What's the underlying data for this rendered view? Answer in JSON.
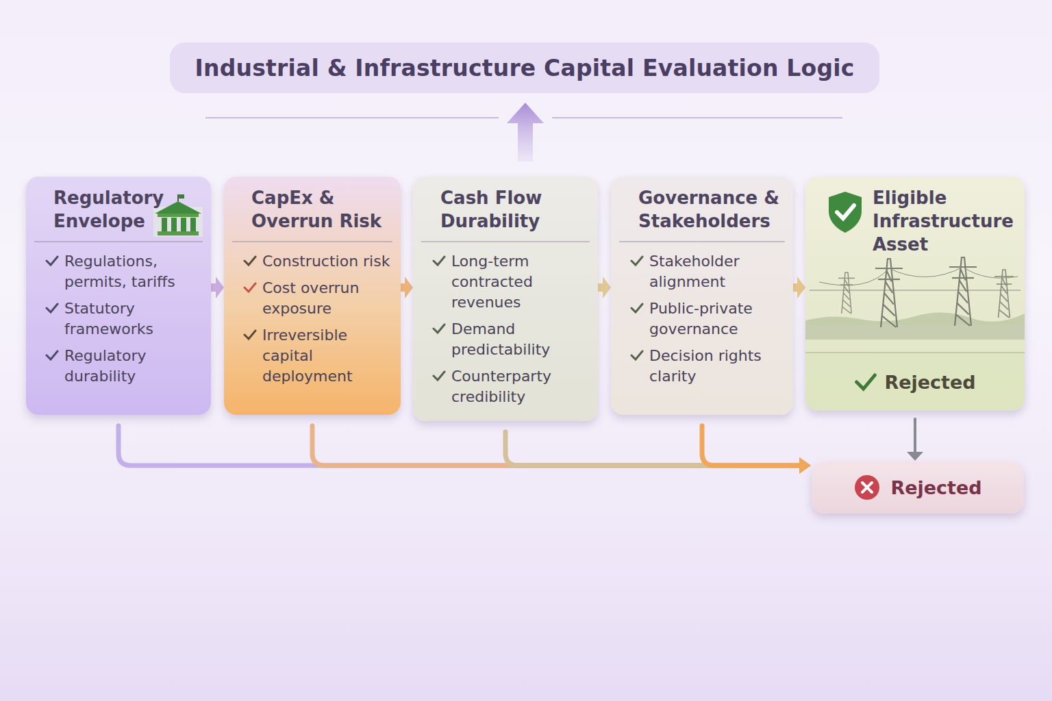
{
  "diagram": {
    "title": "Industrial & Infrastructure Capital Evaluation Logic",
    "nodes": [
      {
        "text": [
          "Regulatory Envelope",
          "Regulations, permits, tariffs",
          "Statutory frameworks",
          "Regulatory durability"
        ]
      },
      {
        "text": [
          "CapEx & Overrun Risk",
          "Construction risk",
          "Cost overrun exposure",
          "Irreversible capital deployment"
        ]
      },
      {
        "text": [
          "Cash Flow Durability",
          "Long-term contracted revenues",
          "Demand predictability",
          "Counterparty credibility"
        ]
      },
      {
        "text": [
          "Governance & Stakeholders",
          "Stakeholder alignment",
          "Public-private governance",
          "Decision rights clarity"
        ]
      },
      {
        "text": [
          "Eligible Infrastructure Asset",
          "Rejected"
        ]
      },
      {
        "text": [
          "Rejected"
        ]
      }
    ],
    "edges": [
      {
        "from": 0,
        "to": 1,
        "arrow": "to"
      },
      {
        "from": 1,
        "to": 2,
        "arrow": "to"
      },
      {
        "from": 2,
        "to": 3,
        "arrow": "to"
      },
      {
        "from": 3,
        "to": 4,
        "arrow": "to"
      },
      {
        "from": 0,
        "to": 5,
        "arrow": "to"
      },
      {
        "from": 1,
        "to": 5,
        "arrow": "to"
      },
      {
        "from": 2,
        "to": 5,
        "arrow": "to"
      },
      {
        "from": 3,
        "to": 5,
        "arrow": "to"
      },
      {
        "from": 4,
        "to": 5,
        "arrow": "to"
      }
    ]
  }
}
